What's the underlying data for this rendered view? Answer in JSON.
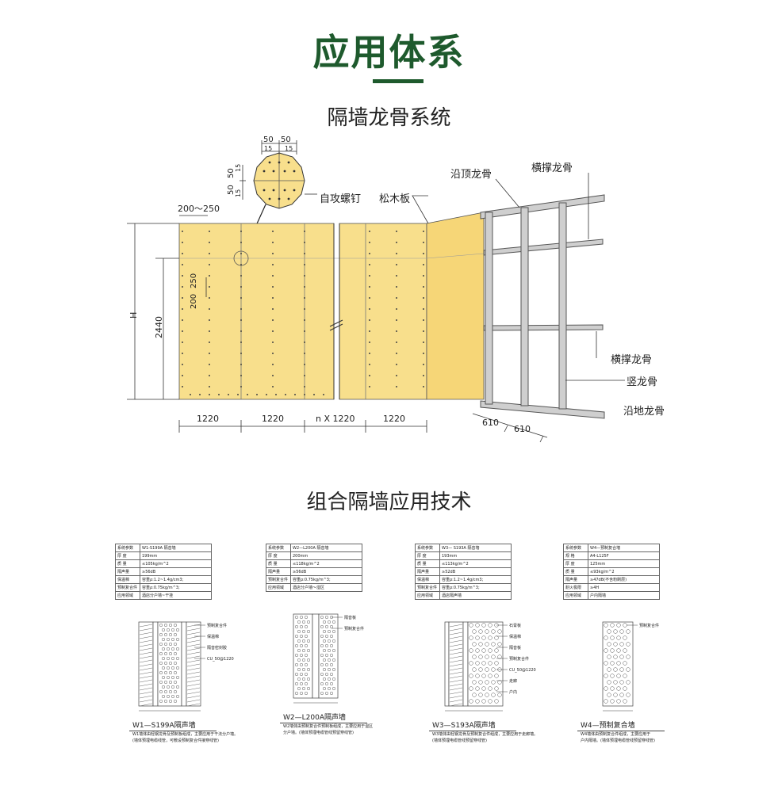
{
  "header": {
    "title": "应用体系"
  },
  "section1": {
    "title": "隔墙龙骨系统",
    "labels": {
      "screw": "自攻螺钉",
      "board": "松木板",
      "top_track": "沿顶龙骨",
      "brace_top": "横撑龙骨",
      "brace": "横撑龙骨",
      "stud": "竖龙骨",
      "floor_track": "沿地龙骨",
      "height": "H",
      "height_2440": "2440",
      "edge_spacing": "200～250",
      "spacing_250": "250",
      "spacing_200": "200",
      "d50a": "50",
      "d50b": "50",
      "d15a": "15",
      "d15b": "15",
      "d15c": "15",
      "d15d": "15",
      "d50c": "50",
      "d50d": "50",
      "w1": "1220",
      "w2": "1220",
      "wn": "n X 1220",
      "w3": "1220",
      "s1": "610",
      "s2": "610"
    }
  },
  "section2": {
    "title": "组合隔墙应用技术",
    "systems": [
      {
        "rows": [
          [
            "系统参数",
            "W1-S199A 隔音墙"
          ],
          [
            "厚  度",
            "199mm"
          ],
          [
            "质  量",
            "≤105kg/m^2"
          ],
          [
            "隔声量",
            "≥56dB"
          ],
          [
            "保温棉",
            "容重ρ:1.2~1.4g/cm3;"
          ],
          [
            "预制复合件",
            "容重ρ:0.75kg/m^3;"
          ],
          [
            "应用领域",
            "酒店分户墙~干挂"
          ]
        ],
        "callouts": [
          "预制复合件",
          "保温棉",
          "隔音密封胶",
          "CU_50@1220"
        ],
        "caption": "W1—S199A隔声墙",
        "note1": "W1墙体由轻钢龙骨及预制板组成，主要应用于干法分户墙。",
        "note2": "(墙体预埋电缆线管，可敷设预制复合件接穿线管)"
      },
      {
        "rows": [
          [
            "系统参数",
            "W2—L200A 隔音墙"
          ],
          [
            "厚  度",
            "200mm"
          ],
          [
            "质  量",
            "≤118kg/m^2"
          ],
          [
            "隔声量",
            "≥56dB"
          ],
          [
            "预制复合件",
            "容重ρ:0.75kg/m^3;"
          ],
          [
            "应用领域",
            "酒店分户墙～湿区"
          ]
        ],
        "callouts": [
          "隔音板",
          "预制复合件"
        ],
        "caption": "W2—L200A隔声墙",
        "note1": "W2墙体由预制复合件预制板组成，主要应用于湿区",
        "note2": "分户墙。(墙体预埋电缆管线预留穿线管)"
      },
      {
        "rows": [
          [
            "系统参数",
            "W3— S193A 隔音墙"
          ],
          [
            "厚  度",
            "193mm"
          ],
          [
            "质  量",
            "≤113kg/m^2"
          ],
          [
            "隔声量",
            "≥52dB"
          ],
          [
            "保温棉",
            "容重ρ:1.2~1.4g/cm3;"
          ],
          [
            "预制复合件",
            "容重ρ:0.75kg/m^3;"
          ],
          [
            "应用领域",
            "酒店隔声墙"
          ]
        ],
        "callouts": [
          "石膏板",
          "保温棉",
          "隔音板",
          "预制复合件",
          "CU_50@1220",
          "走廊",
          "户内"
        ],
        "caption": "W3—S193A隔声墙",
        "note1": "W3墙体由轻钢龙骨及预制复合件组成，主要应用于走廊墙。",
        "note2": "(墙体预埋电缆管线预留穿线管)"
      },
      {
        "rows": [
          [
            "系统参数",
            "W4—预制复合墙"
          ],
          [
            "规  格",
            "A4-L125F"
          ],
          [
            "厚  度",
            "125mm"
          ],
          [
            "质  量",
            "≤93kg/m^2"
          ],
          [
            "隔声量",
            "≥47dB(不含粉刷层)"
          ],
          [
            "耐火极限",
            "≥4H"
          ],
          [
            "应用领域",
            "户内隔墙"
          ]
        ],
        "callouts": [
          "预制复合件"
        ],
        "caption": "W4—预制复合墙",
        "note1": "W4墙体由预制复合件组成，主要应用于",
        "note2": "户内隔墙。(墙体预埋电缆管线预留穿线管)"
      }
    ]
  }
}
